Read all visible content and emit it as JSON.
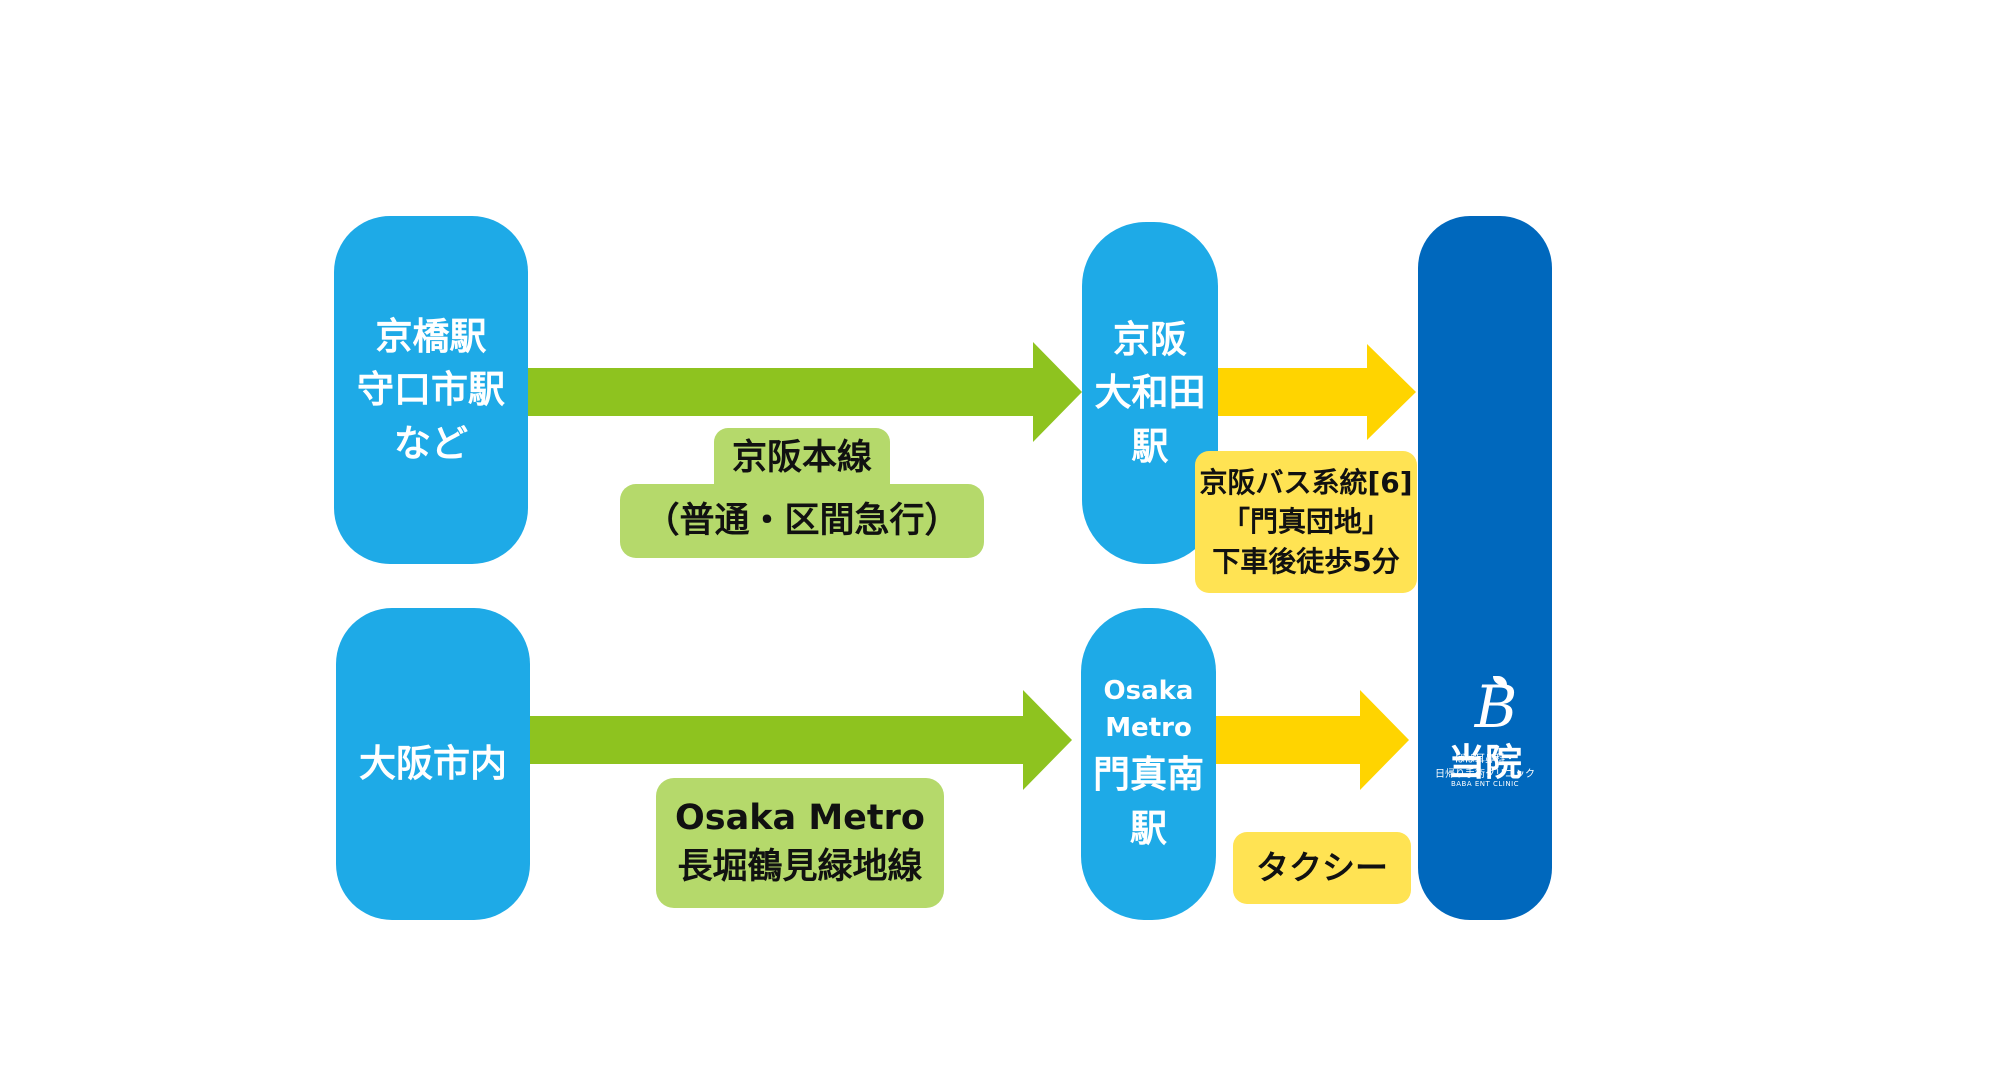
{
  "origins": {
    "kyobashi": [
      "京橋駅",
      "守口市駅",
      "など"
    ],
    "osaka_city": [
      "大阪市内"
    ]
  },
  "stations": {
    "oowada": [
      "京阪",
      "大和田",
      "駅"
    ],
    "kadoma_minami": {
      "en_lines": [
        "Osaka",
        "Metro"
      ],
      "ja_lines": [
        "門真南",
        "駅"
      ]
    }
  },
  "routes": {
    "keihan_line": [
      "京阪本線",
      "（普通・区間急行）"
    ],
    "metro_line": [
      "Osaka Metro",
      "長堀鶴見緑地線"
    ],
    "bus": [
      "京阪バス系統[6]",
      "「門真団地」",
      "下車後徒歩5分"
    ],
    "taxi": "タクシー"
  },
  "destination": {
    "name": "当院",
    "logo_line1": "ばば耳鼻科・",
    "logo_line2": "日帰り手術クリニック",
    "logo_line3": "BABA ENT CLINIC"
  },
  "colors": {
    "station_blue": "#1eaae7",
    "clinic_blue": "#0068bd",
    "train_arrow": "#8ec31f",
    "train_label": "#b5d96b",
    "walk_arrow": "#ffd400",
    "walk_label": "#ffe353"
  }
}
